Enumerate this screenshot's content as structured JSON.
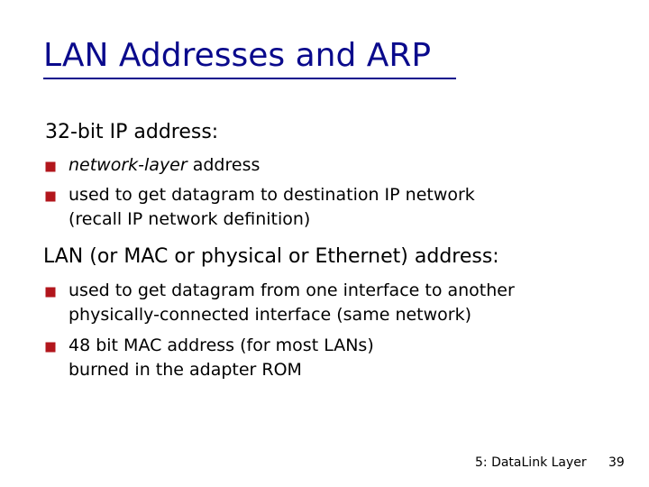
{
  "slide": {
    "title": "LAN Addresses and ARP",
    "section1": {
      "heading": "32-bit IP address:",
      "bullets": [
        {
          "em": "network-layer",
          "rest": " address"
        },
        {
          "line1": "used to get datagram to destination IP network",
          "line2": "(recall IP network definition)"
        }
      ]
    },
    "section2": {
      "heading": "LAN (or MAC or physical or Ethernet) address:",
      "bullets": [
        {
          "line1": "used to get datagram from one interface to another",
          "line2": "physically-connected interface (same network)"
        },
        {
          "line1": "48 bit MAC address (for most LANs)",
          "line2": "burned in the adapter ROM"
        }
      ]
    },
    "footer": {
      "label": "5: DataLink Layer",
      "page": "39"
    }
  },
  "colors": {
    "title": "#0a0a8c",
    "bullet": "#b2161c",
    "text": "#000000"
  }
}
